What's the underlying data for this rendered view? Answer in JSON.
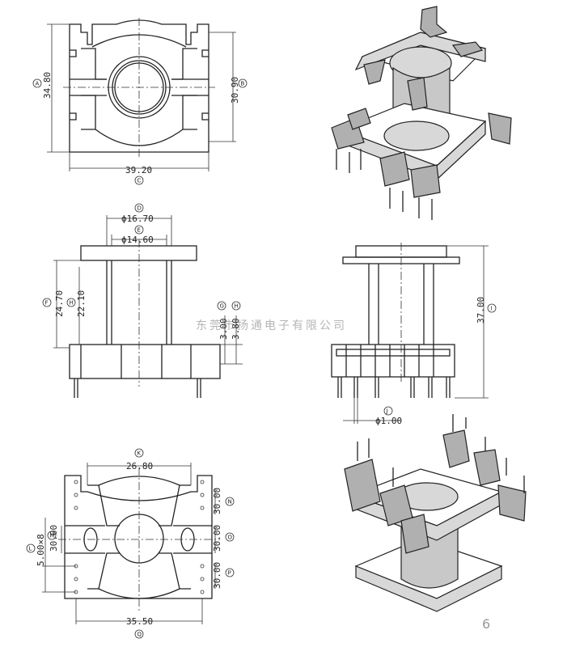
{
  "top_view": {
    "dim_height": "34.80",
    "tag_height": "A",
    "dim_width": "39.20",
    "tag_width": "C",
    "dim_pin_span": "30.90",
    "tag_pin_span": "B"
  },
  "front_view": {
    "dim_outer_dia": "ϕ16.70",
    "tag_outer_dia": "D",
    "dim_inner_dia": "ϕ14.60",
    "tag_inner_dia": "E",
    "dim_total_h": "24.70",
    "tag_total_h": "F",
    "dim_winding_h": "22.10",
    "tag_winding_h": "H",
    "dim_base_a": "3.00",
    "tag_base_a": "G",
    "dim_base_b": "3.80",
    "tag_base_b": "H"
  },
  "side_view": {
    "dim_height": "37.00",
    "tag_height": "I",
    "dim_pin_dia": "ϕ1.00",
    "tag_pin_dia": "J"
  },
  "bottom_view": {
    "dim_inner_w": "26.80",
    "tag_inner_w": "K",
    "dim_pitch": "5.00×8",
    "tag_pitch": "L",
    "dim_left_row": "30.00",
    "tag_left_row": "M",
    "dim_right_row_a": "30.00",
    "tag_right_row_a": "N",
    "dim_right_row_b": "30.00",
    "tag_right_row_b": "O",
    "dim_right_row_c": "30.00",
    "tag_right_row_c": "P",
    "dim_outer_w": "35.50",
    "tag_outer_w": "Q"
  },
  "watermark": "东莞市扬通电子有限公司",
  "page_number": "6"
}
